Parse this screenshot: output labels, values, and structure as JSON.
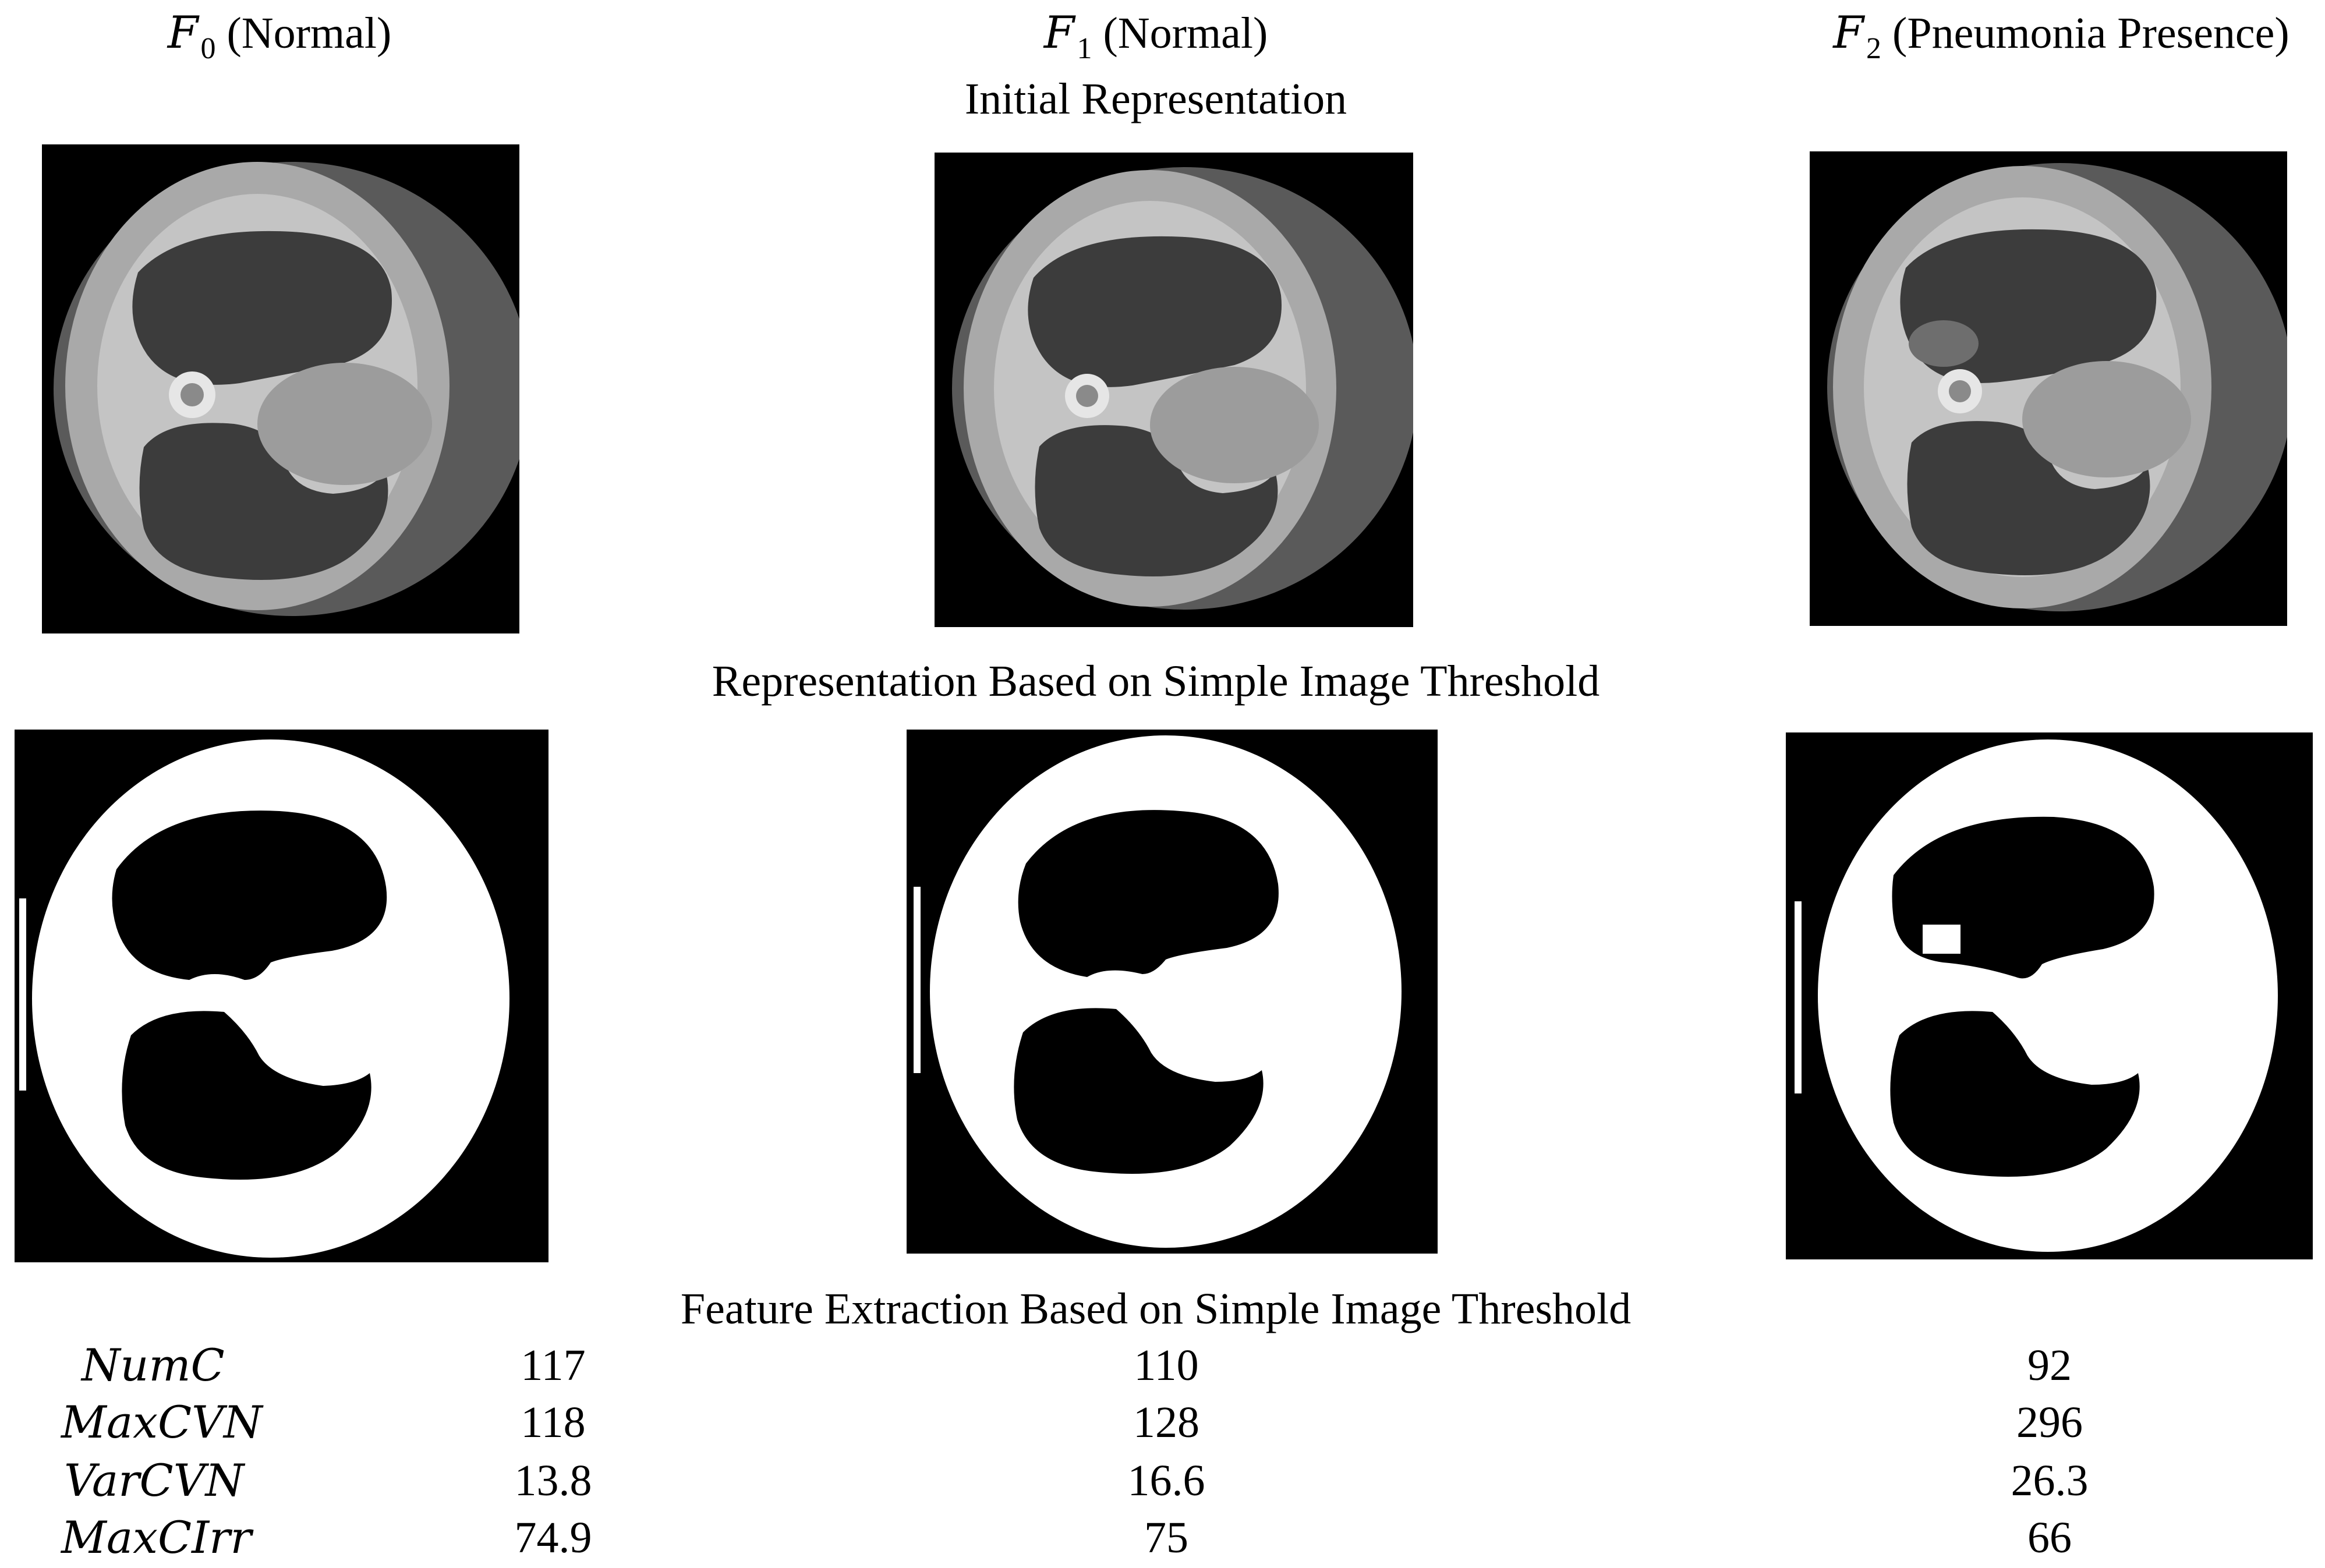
{
  "columns": [
    {
      "symbol": "F",
      "subscript": "0",
      "label": "(Normal)"
    },
    {
      "symbol": "F",
      "subscript": "1",
      "label": "(Normal)"
    },
    {
      "symbol": "F",
      "subscript": "2",
      "label": "(Pneumonia Presence)"
    }
  ],
  "sections": {
    "initial": "Initial Representation",
    "threshold": "Representation Based on Simple Image Threshold",
    "features": "Feature Extraction Based on Simple Image Threshold"
  },
  "features": [
    {
      "name": "NumC",
      "values": [
        "117",
        "110",
        "92"
      ]
    },
    {
      "name": "MaxCVN",
      "values": [
        "118",
        "128",
        "296"
      ]
    },
    {
      "name": "VarCVN",
      "values": [
        "13.8",
        "16.6",
        "26.3"
      ]
    },
    {
      "name": "MaxCIrr",
      "values": [
        "74.9",
        "75",
        "66"
      ]
    }
  ]
}
